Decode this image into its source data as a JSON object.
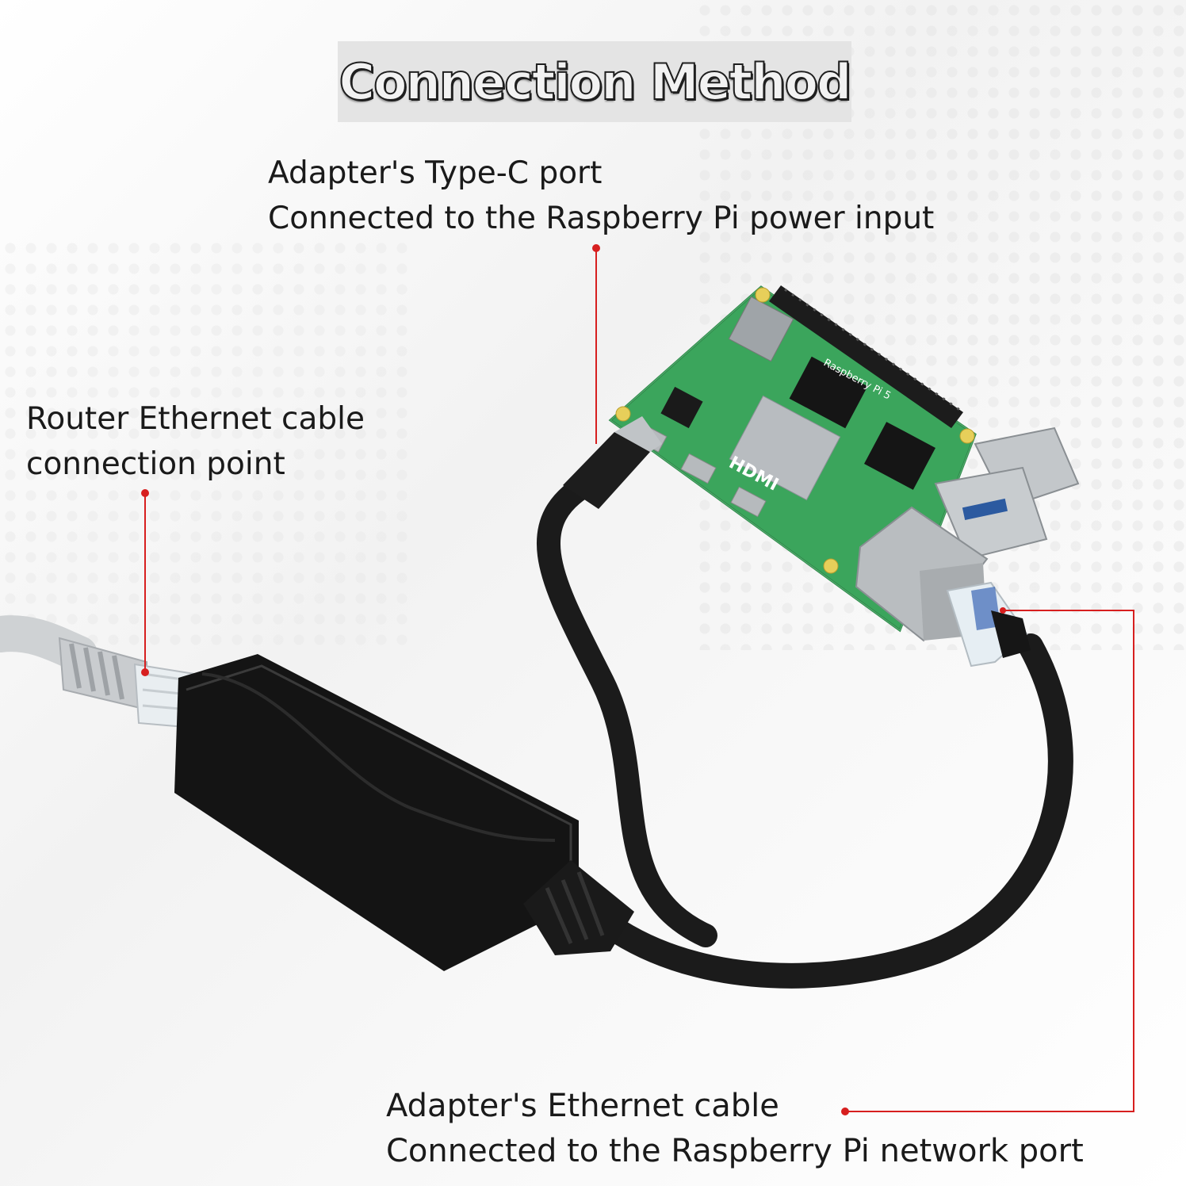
{
  "title": "Connection Method",
  "callouts": {
    "type_c_port": {
      "line1": "Adapter's Type-C port",
      "line2": "Connected to the Raspberry Pi power input"
    },
    "router_cable": {
      "line1": "Router Ethernet cable",
      "line2": "connection point"
    },
    "adapter_ethernet": {
      "line1": "Adapter's Ethernet cable",
      "line2": "Connected to the Raspberry Pi network port"
    }
  },
  "board": {
    "brand_label": "Raspberry Pi 5",
    "hdmi_label": "HDMI"
  },
  "colors": {
    "callout_red": "#d71f1f",
    "pcb_green": "#3ba55c",
    "cable_black": "#1b1b1b",
    "adapter_black": "#141414"
  }
}
